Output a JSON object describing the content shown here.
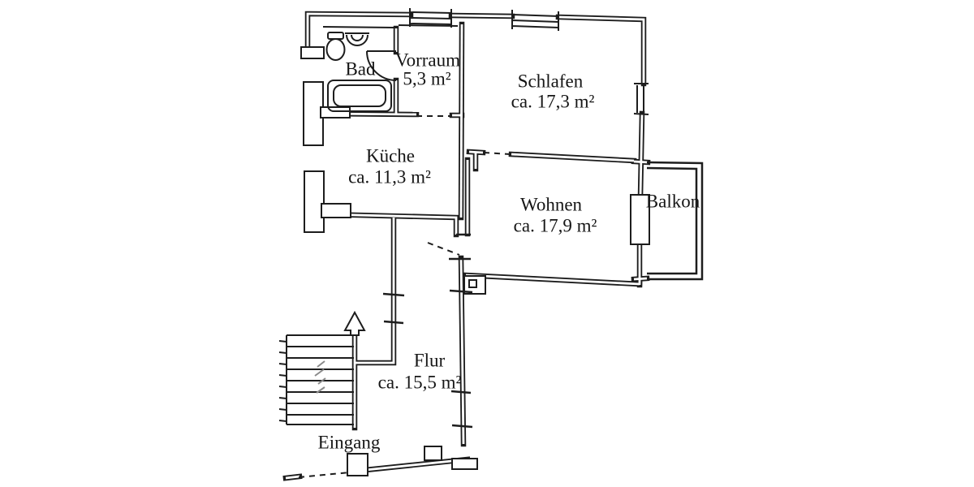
{
  "plan": {
    "rooms": {
      "bad": {
        "name": "Bad"
      },
      "vorraum": {
        "name": "Vorraum",
        "area": "5,3 m²"
      },
      "schlafen": {
        "name": "Schlafen",
        "area": "ca. 17,3 m²"
      },
      "kueche": {
        "name": "Küche",
        "area": "ca. 11,3 m²"
      },
      "wohnen": {
        "name": "Wohnen",
        "area": "ca. 17,9 m²"
      },
      "balkon": {
        "name": "Balkon"
      },
      "flur": {
        "name": "Flur",
        "area": "ca. 15,5 m²"
      },
      "eingang": {
        "name": "Eingang"
      }
    },
    "colors": {
      "ink": "#1d1d1d",
      "paper": "#ffffff",
      "faint": "#8a8a8a"
    }
  }
}
